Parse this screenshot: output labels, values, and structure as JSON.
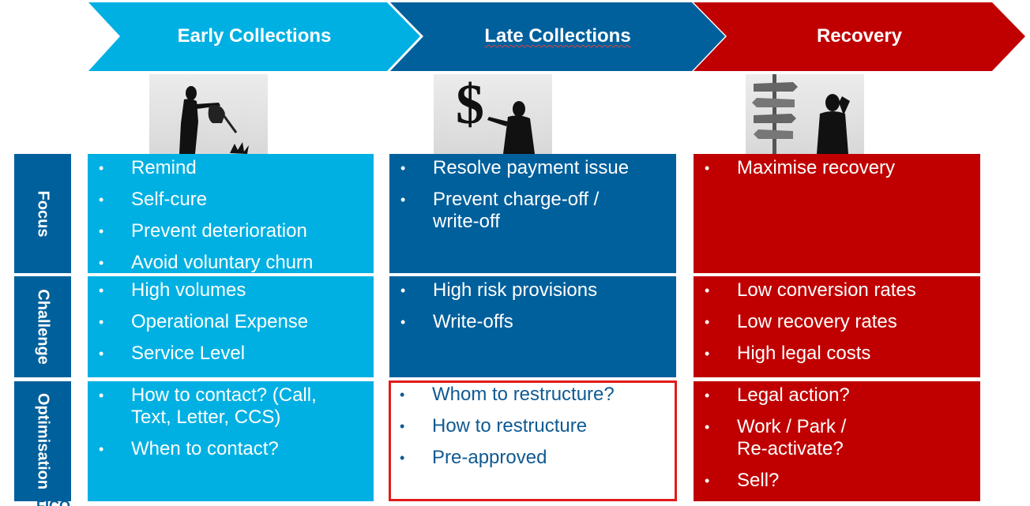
{
  "phases": [
    {
      "label": "Early Collections",
      "color": "#00b0e2"
    },
    {
      "label": "Late Collections",
      "color": "#00609c"
    },
    {
      "label": "Recovery",
      "color": "#c00000"
    }
  ],
  "rows": [
    {
      "label": "Focus"
    },
    {
      "label": "Challenge"
    },
    {
      "label": "Optimisation"
    }
  ],
  "cells": {
    "focus": {
      "early": [
        "Remind",
        "Self-cure",
        "Prevent deterioration",
        "Avoid voluntary churn"
      ],
      "late": [
        "Resolve payment issue",
        "Prevent charge-off / write-off"
      ],
      "recovery": [
        "Maximise recovery"
      ]
    },
    "challenge": {
      "early": [
        "High volumes",
        "Operational Expense",
        "Service Level"
      ],
      "late": [
        "High risk provisions",
        "Write-offs"
      ],
      "recovery": [
        "Low conversion rates",
        "Low recovery rates",
        "High legal costs"
      ]
    },
    "optimisation": {
      "early": [
        "How to contact? (Call, Text, Letter, CCS)",
        "When to contact?"
      ],
      "late": [
        "Whom to restructure?",
        "How to restructure",
        "Pre-approved"
      ],
      "recovery": [
        "Legal action?",
        "Work / Park / Re-activate?",
        "Sell?"
      ]
    }
  },
  "photos": [
    {
      "icon": "watering-can-silhouette-icon"
    },
    {
      "icon": "dollar-sign-silhouette-icon"
    },
    {
      "icon": "direction-arrows-silhouette-icon"
    }
  ],
  "colors": {
    "cyan": "#00b0e2",
    "navy": "#00609c",
    "red": "#c00000",
    "highlight_border": "#e01b1b"
  },
  "footer_mark": "FICO"
}
